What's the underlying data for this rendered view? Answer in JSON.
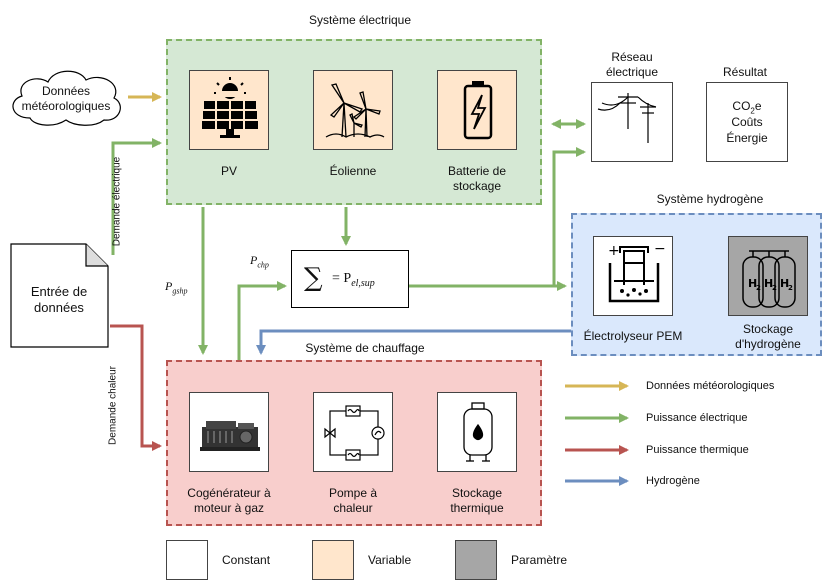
{
  "colors": {
    "meteo_arrow": "#d6b656",
    "electric_arrow": "#82b366",
    "thermal_arrow": "#b85450",
    "hydrogen_arrow": "#6c8ebf",
    "electric_system_fill": "#d5e8d4",
    "heating_system_fill": "#f8cecc",
    "hydrogen_system_fill": "#dae8fc",
    "variable_fill": "#ffe6cc",
    "parameter_fill": "#a6a6a6"
  },
  "systems": {
    "electric": {
      "title": "Système électrique",
      "pv": "PV",
      "wind": "Éolienne",
      "battery": "Batterie de stockage"
    },
    "heating": {
      "title": "Système de chauffage",
      "chp": "Cogénérateur à moteur à gaz",
      "heat_pump": "Pompe à chaleur",
      "thermal_storage": "Stockage thermique"
    },
    "hydrogen": {
      "title": "Système hydrogène",
      "electrolyser": "Électrolyseur PEM",
      "storage": "Stockage d'hydrogène"
    }
  },
  "weather_data": "Données météorologiques",
  "input_data": "Entrée de données",
  "grid": "Réseau électrique",
  "result": {
    "title": "Résultat",
    "co2": "CO",
    "co2_sub": "2",
    "co2_suffix": "e",
    "costs": "Coûts",
    "energy": "Énergie"
  },
  "edge_labels": {
    "electric_demand": "Demande électrique",
    "heat_demand": "Demande chaleur",
    "p_chp": "P",
    "p_chp_sub": "chp",
    "p_gshp": "P",
    "p_gshp_sub": "gshp"
  },
  "sum_node": {
    "symbol": "∑",
    "eq": "= P",
    "sub": "el,sup"
  },
  "legend": {
    "meteo": "Données météorologiques",
    "electric": "Puissance électrique",
    "thermal": "Puissance thermique",
    "hydrogen": "Hydrogène",
    "constant": "Constant",
    "variable": "Variable",
    "parameter": "Paramètre"
  }
}
